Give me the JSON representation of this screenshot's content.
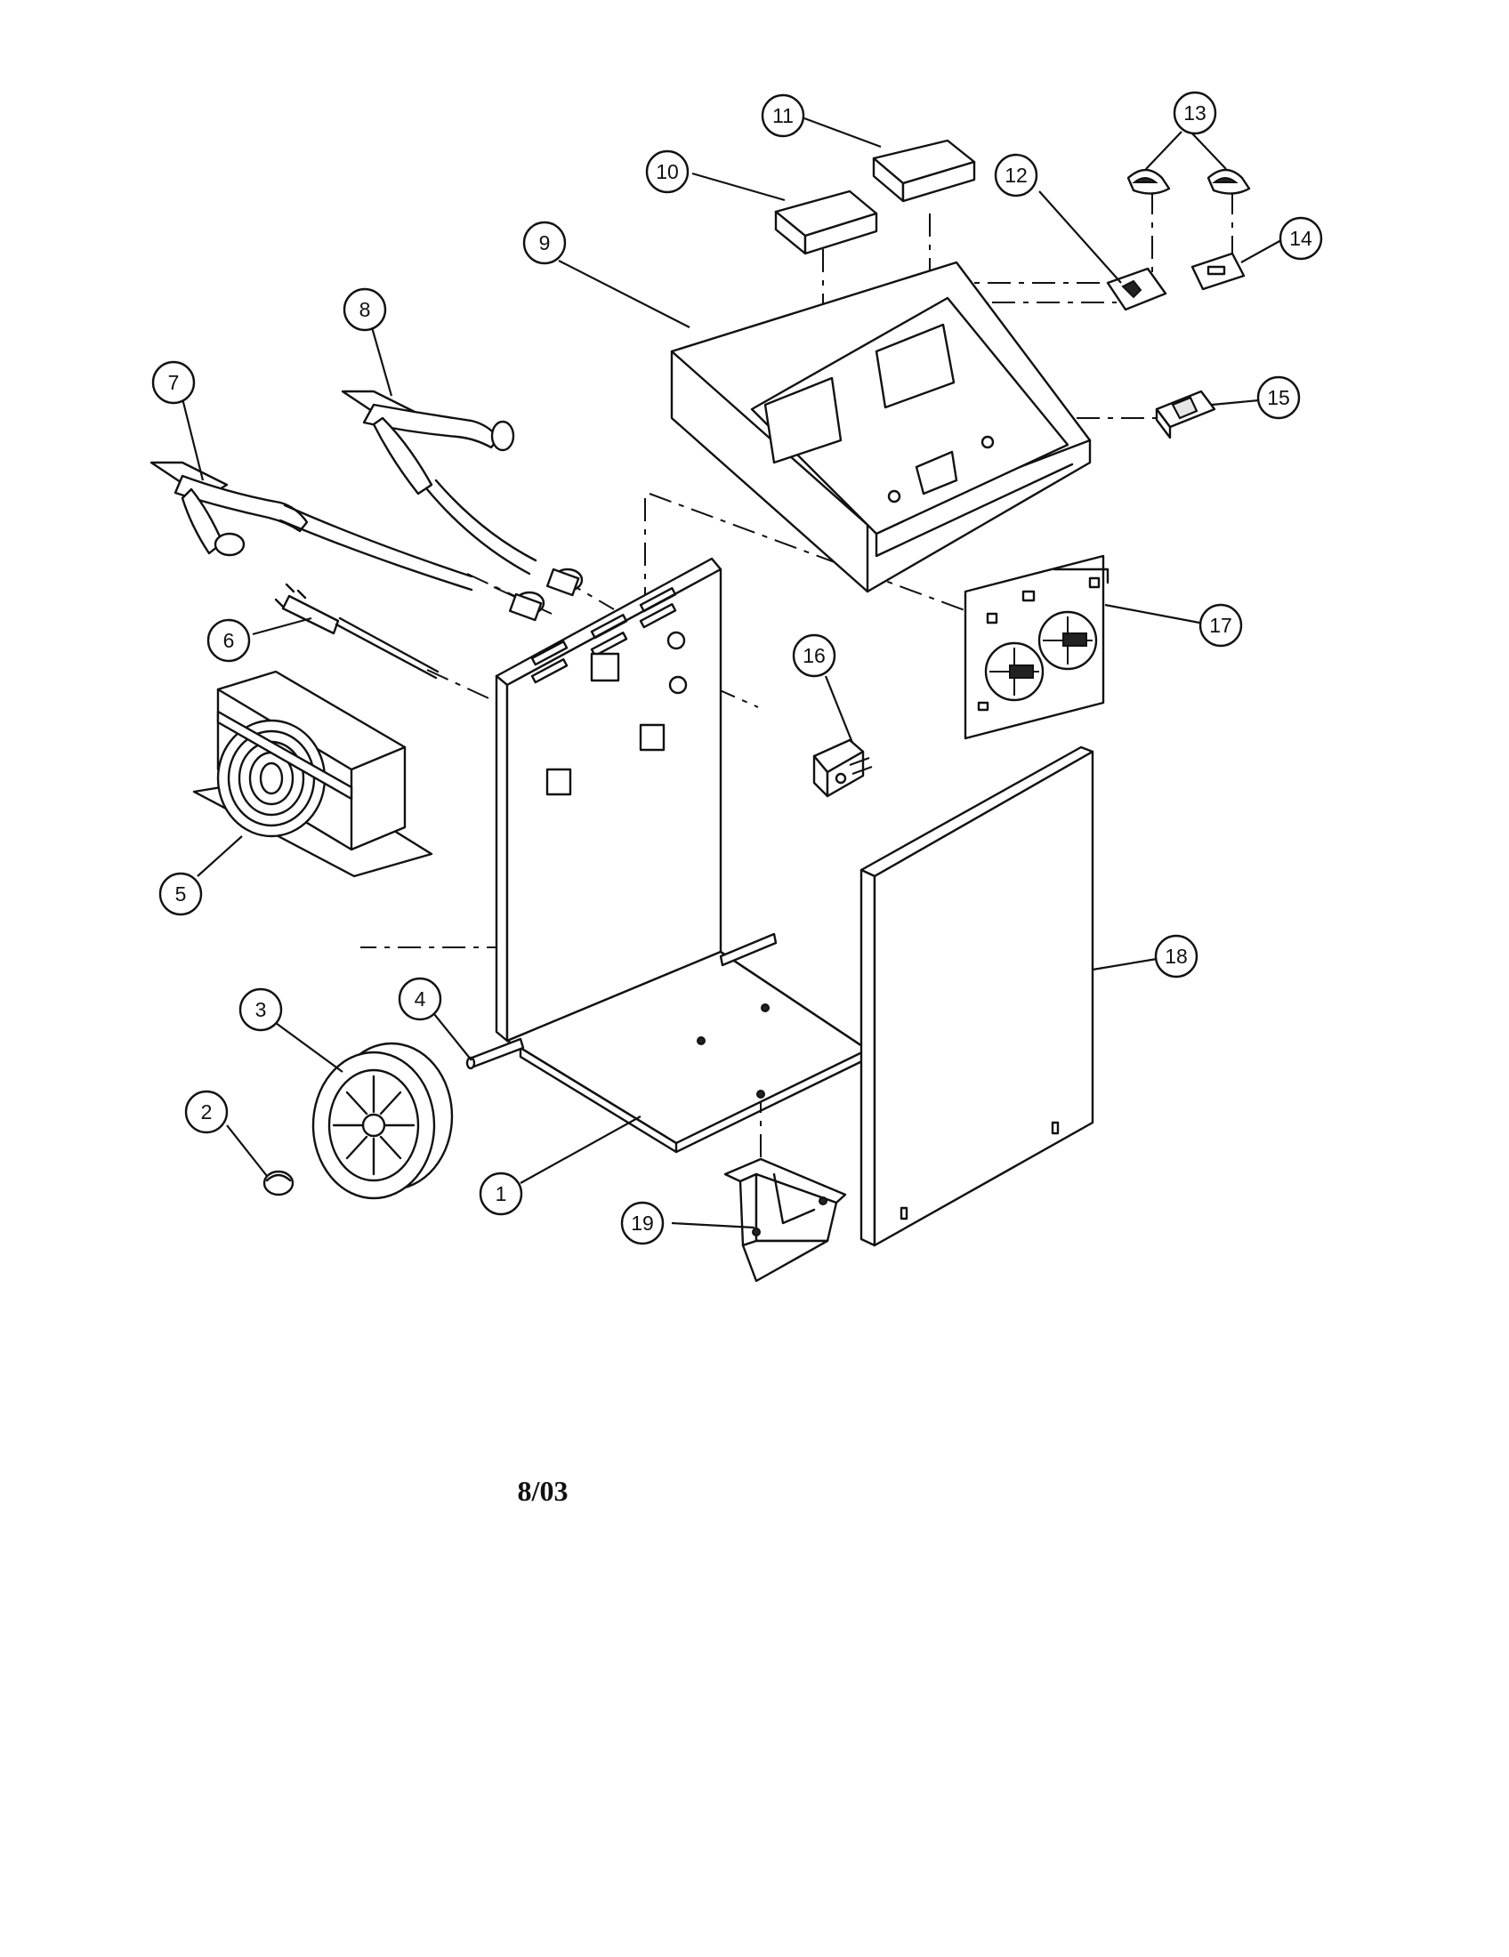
{
  "diagram": {
    "callouts": [
      {
        "id": 1,
        "label": "1"
      },
      {
        "id": 2,
        "label": "2"
      },
      {
        "id": 3,
        "label": "3"
      },
      {
        "id": 4,
        "label": "4"
      },
      {
        "id": 5,
        "label": "5"
      },
      {
        "id": 6,
        "label": "6"
      },
      {
        "id": 7,
        "label": "7"
      },
      {
        "id": 8,
        "label": "8"
      },
      {
        "id": 9,
        "label": "9"
      },
      {
        "id": 10,
        "label": "10"
      },
      {
        "id": 11,
        "label": "11"
      },
      {
        "id": 12,
        "label": "12"
      },
      {
        "id": 13,
        "label": "13"
      },
      {
        "id": 14,
        "label": "14"
      },
      {
        "id": 15,
        "label": "15"
      },
      {
        "id": 16,
        "label": "16"
      },
      {
        "id": 17,
        "label": "17"
      },
      {
        "id": 18,
        "label": "18"
      },
      {
        "id": 19,
        "label": "19"
      }
    ]
  },
  "footer": {
    "date": "8/03"
  }
}
